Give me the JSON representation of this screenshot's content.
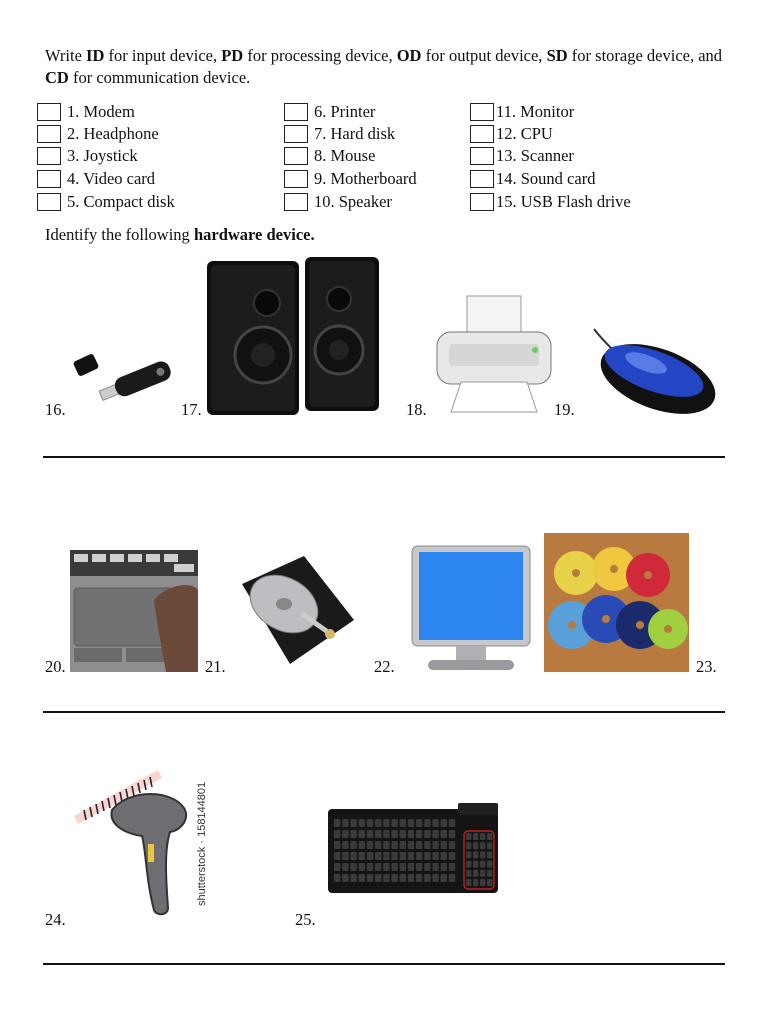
{
  "instructions": {
    "w1": "Write ",
    "id": "ID",
    "w2": " for input device, ",
    "pd": "PD",
    "w3": " for processing device, ",
    "od": "OD",
    "w4": " for output device, ",
    "sd": "SD",
    "w5": " for storage device, and ",
    "cd": "CD",
    "w6": " for communication device."
  },
  "items_col1": [
    "1.  Modem",
    "2.  Headphone",
    "3.  Joystick",
    "4.  Video card",
    "5.  Compact disk"
  ],
  "items_col2": [
    "6. Printer",
    "7. Hard disk",
    "8. Mouse",
    "9. Motherboard",
    "10. Speaker"
  ],
  "items_col3": [
    "11. Monitor",
    "12. CPU",
    "13. Scanner",
    "14. Sound card",
    "15. USB Flash drive"
  ],
  "identify": {
    "text": "Identify the following ",
    "bold": "hardware device."
  },
  "question_numbers": [
    "16.",
    "17.",
    "18.",
    "19.",
    "20.",
    "21.",
    "22.",
    "23.",
    "24.",
    "25."
  ],
  "images": {
    "usb_flash": "usb-flash-drive-image",
    "speakers": "speakers-image",
    "printer": "printer-image",
    "mouse": "mouse-image",
    "touchpad": "touchpad-image",
    "hard_disk": "hard-disk-image",
    "monitor": "monitor-image",
    "cds": "compact-discs-image",
    "scanner": "barcode-scanner-image",
    "keyboard": "keyboard-image"
  },
  "watermark": "shutterstock · 158144801"
}
